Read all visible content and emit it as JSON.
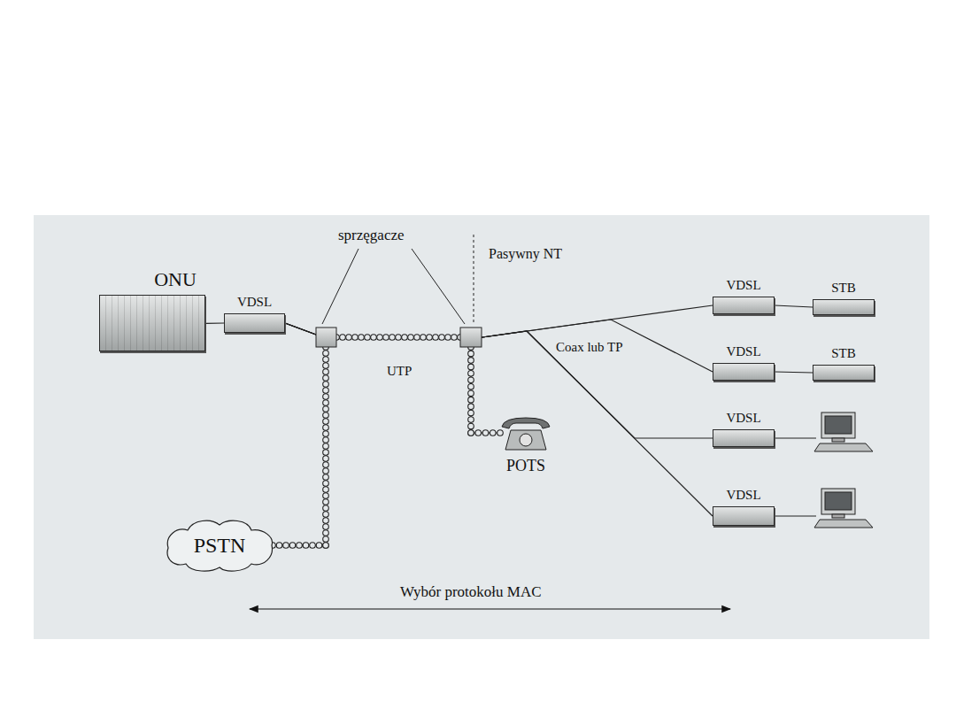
{
  "diagram": {
    "nodes": [
      {
        "text": [
          "ONU"
        ]
      },
      {
        "text": [
          "VDSL"
        ]
      },
      {
        "text": [
          "VDSL"
        ]
      },
      {
        "text": [
          "STB"
        ]
      },
      {
        "text": [
          "VDSL"
        ]
      },
      {
        "text": [
          "STB"
        ]
      },
      {
        "text": [
          "VDSL"
        ]
      },
      {
        "text": [
          "VDSL"
        ]
      },
      {
        "text": [
          "POTS"
        ]
      },
      {
        "text": [
          "PSTN"
        ]
      }
    ],
    "edges": [
      {
        "from": 0,
        "to": 1,
        "arrow": "none"
      },
      {
        "from": 1,
        "to": 2,
        "arrow": "none"
      },
      {
        "from": 1,
        "to": 4,
        "arrow": "none"
      },
      {
        "from": 1,
        "to": 6,
        "arrow": "none"
      },
      {
        "from": 1,
        "to": 7,
        "arrow": "none"
      },
      {
        "from": 2,
        "to": 3,
        "arrow": "none"
      },
      {
        "from": 4,
        "to": 5,
        "arrow": "none"
      },
      {
        "from": 9,
        "to": 8,
        "arrow": "none"
      }
    ],
    "labels": [
      "sprzęgacze",
      "Pasywny NT",
      "UTP",
      "Coax lub TP",
      "Wybór protokołu MAC"
    ]
  }
}
